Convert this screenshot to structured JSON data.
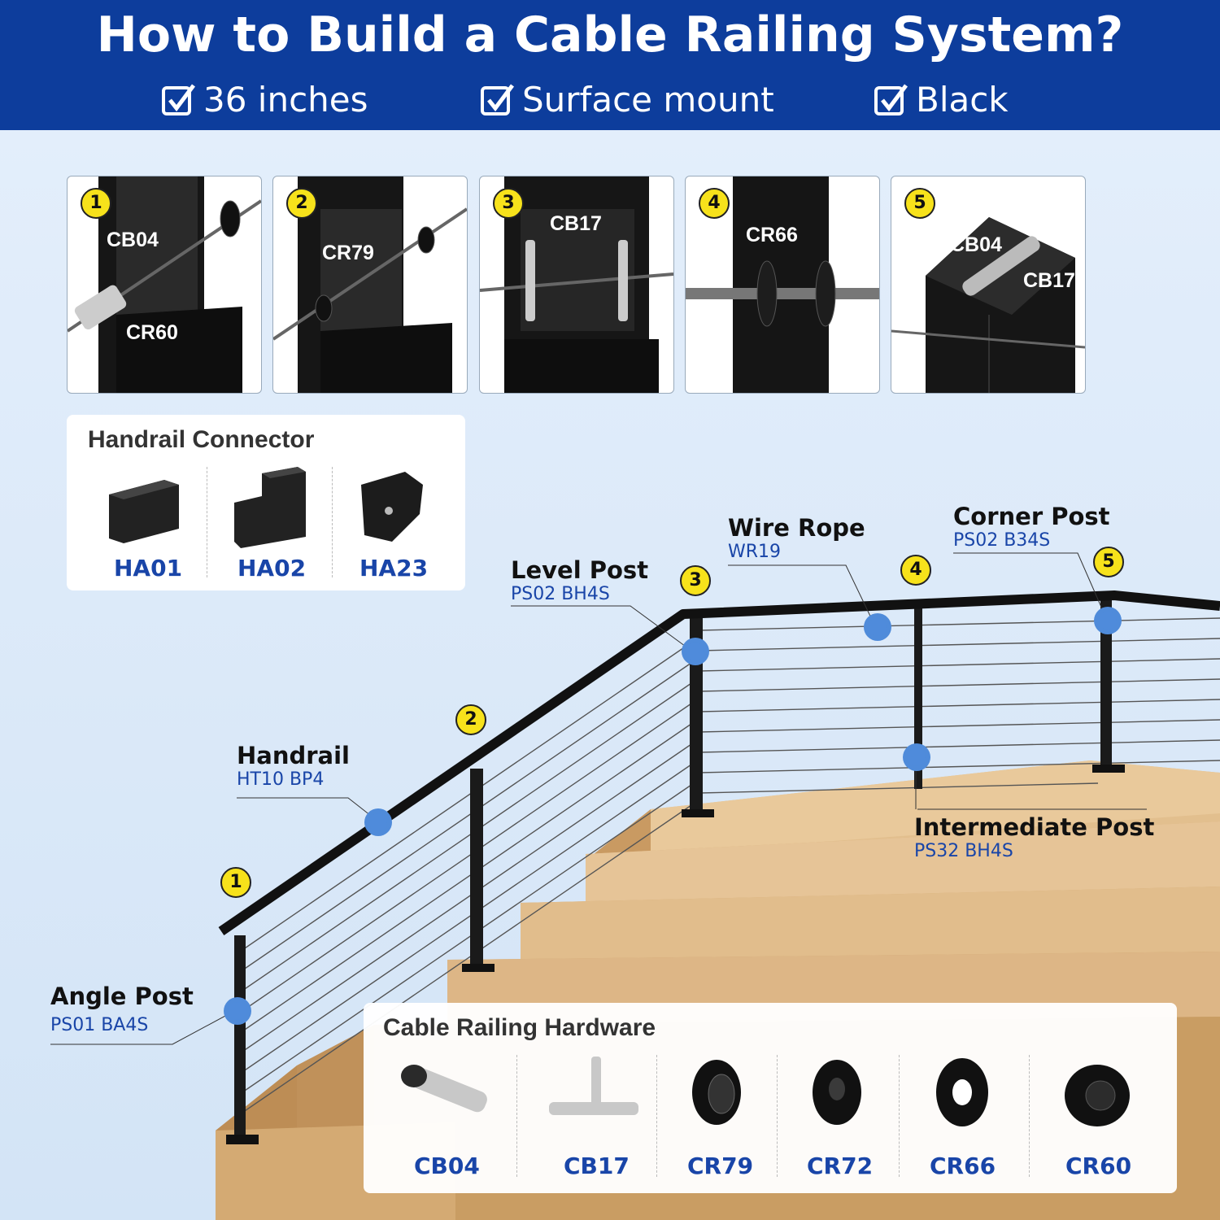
{
  "header": {
    "title": "How to Build a Cable Railing System?",
    "options": [
      "36 inches",
      "Surface mount",
      "Black"
    ]
  },
  "steps": [
    {
      "num": "1",
      "labels": [
        "CB04",
        "CR60"
      ]
    },
    {
      "num": "2",
      "labels": [
        "CR79"
      ]
    },
    {
      "num": "3",
      "labels": [
        "CB17"
      ]
    },
    {
      "num": "4",
      "labels": [
        "CR66"
      ]
    },
    {
      "num": "5",
      "labels": [
        "CB04",
        "CB17"
      ]
    }
  ],
  "handrail_connector": {
    "title": "Handrail Connector",
    "items": [
      "HA01",
      "HA02",
      "HA23"
    ]
  },
  "callouts": {
    "level_post": {
      "name": "Level Post",
      "code": "PS02 BH4S"
    },
    "wire_rope": {
      "name": "Wire Rope",
      "code": "WR19"
    },
    "corner_post": {
      "name": "Corner Post",
      "code": "PS02 B34S"
    },
    "handrail": {
      "name": "Handrail",
      "code": "HT10 BP4"
    },
    "intermediate_post": {
      "name": "Intermediate Post",
      "code": "PS32 BH4S"
    },
    "angle_post": {
      "name": "Angle Post",
      "code": "PS01 BA4S"
    }
  },
  "scene_badges": [
    "1",
    "2",
    "3",
    "4",
    "5"
  ],
  "hardware": {
    "title": "Cable Railing Hardware",
    "items": [
      "CB04",
      "CB17",
      "CR79",
      "CR72",
      "CR66",
      "CR60"
    ]
  },
  "colors": {
    "header_bg": "#0d3d9c",
    "code_blue": "#1945a8",
    "badge_yellow": "#f7e21b",
    "wood": "#d6ae7b"
  }
}
